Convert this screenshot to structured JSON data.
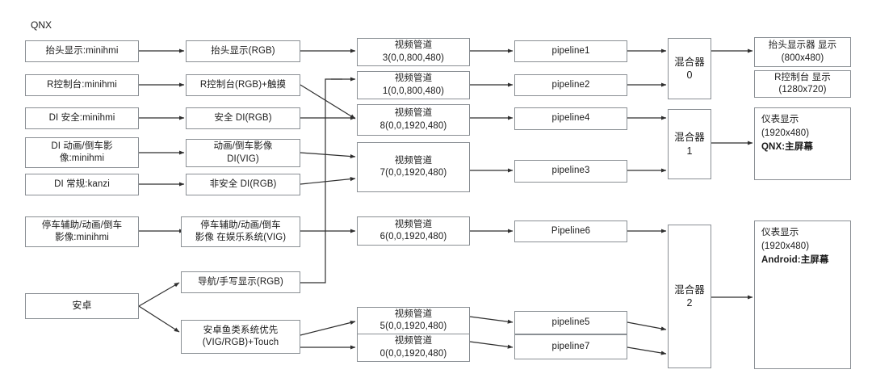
{
  "diagram": {
    "title_label": "QNX",
    "colors": {
      "stroke": "#8a8f94",
      "wire": "#3a3a3a",
      "text": "#1b1b1b",
      "background": "#ffffff"
    }
  },
  "sources": [
    {
      "id": "src-hud",
      "lines": [
        "抬头显示:minihmi"
      ]
    },
    {
      "id": "src-rconsole",
      "lines": [
        "R控制台:minihmi"
      ]
    },
    {
      "id": "src-di-safe",
      "lines": [
        "DI 安全:minihmi"
      ]
    },
    {
      "id": "src-di-anim",
      "lines": [
        "DI 动画/倒车影",
        "像:minihmi"
      ]
    },
    {
      "id": "src-di-normal",
      "lines": [
        "DI 常规:kanzi"
      ]
    },
    {
      "id": "src-park-assist",
      "lines": [
        "停车辅助/动画/倒车",
        "影像:minihmi"
      ]
    },
    {
      "id": "src-android",
      "lines": [
        "安卓"
      ]
    }
  ],
  "surfaces": [
    {
      "id": "surf-hud",
      "lines": [
        "抬头显示(RGB)"
      ]
    },
    {
      "id": "surf-rconsole",
      "lines": [
        "R控制台(RGB)+触摸"
      ]
    },
    {
      "id": "surf-di-safe",
      "lines": [
        "安全 DI(RGB)"
      ]
    },
    {
      "id": "surf-di-anim",
      "lines": [
        "动画/倒车影像",
        "DI(VIG)"
      ]
    },
    {
      "id": "surf-di-unsafe",
      "lines": [
        "非安全 DI(RGB)"
      ]
    },
    {
      "id": "surf-park",
      "lines": [
        "停车辅助/动画/倒车",
        "影像 在娱乐系统(VIG)"
      ]
    },
    {
      "id": "surf-nav",
      "lines": [
        "导航/手写显示(RGB)"
      ]
    },
    {
      "id": "surf-android-fish",
      "lines": [
        "安卓鱼类系统优先",
        "(VIG/RGB)+Touch"
      ]
    }
  ],
  "video_pipes": [
    {
      "id": "vp-3",
      "lines": [
        "视频管道",
        "3(0,0,800,480)"
      ]
    },
    {
      "id": "vp-1",
      "lines": [
        "视频管道",
        "1(0,0,800,480)"
      ]
    },
    {
      "id": "vp-8",
      "lines": [
        "视频管道",
        "8(0,0,1920,480)"
      ]
    },
    {
      "id": "vp-7",
      "lines": [
        "视频管道",
        "7(0,0,1920,480)"
      ]
    },
    {
      "id": "vp-6",
      "lines": [
        "视频管道",
        "6(0,0,1920,480)"
      ]
    },
    {
      "id": "vp-5",
      "lines": [
        "视频管道",
        "5(0,0,1920,480)"
      ]
    },
    {
      "id": "vp-0",
      "lines": [
        "视频管道",
        "0(0,0,1920,480)"
      ]
    }
  ],
  "pipelines": [
    {
      "id": "pl-1",
      "label": "pipeline1"
    },
    {
      "id": "pl-2",
      "label": "pipeline2"
    },
    {
      "id": "pl-4",
      "label": "pipeline4"
    },
    {
      "id": "pl-3",
      "label": "pipeline3"
    },
    {
      "id": "pl-6",
      "label": "Pipeline6"
    },
    {
      "id": "pl-5",
      "label": "pipeline5"
    },
    {
      "id": "pl-7",
      "label": "pipeline7"
    }
  ],
  "mixers": [
    {
      "id": "mixer-0",
      "lines": [
        "混合器",
        "0"
      ]
    },
    {
      "id": "mixer-1",
      "lines": [
        "混合器",
        "1"
      ]
    },
    {
      "id": "mixer-2",
      "lines": [
        "混合器",
        "2"
      ]
    }
  ],
  "displays": [
    {
      "id": "disp-hud",
      "lines": [
        "抬头显示器 显示",
        "(800x480)"
      ]
    },
    {
      "id": "disp-rconsole",
      "lines": [
        "R控制台 显示",
        "(1280x720)"
      ]
    },
    {
      "id": "disp-qnx-main",
      "lines": [
        "仪表显示",
        "(1920x480)",
        "QNX:主屏幕"
      ],
      "bold_line_index": 2
    },
    {
      "id": "disp-android-main",
      "lines": [
        "仪表显示",
        "(1920x480)",
        "Android:主屏幕"
      ],
      "bold_line_index": 2
    }
  ]
}
